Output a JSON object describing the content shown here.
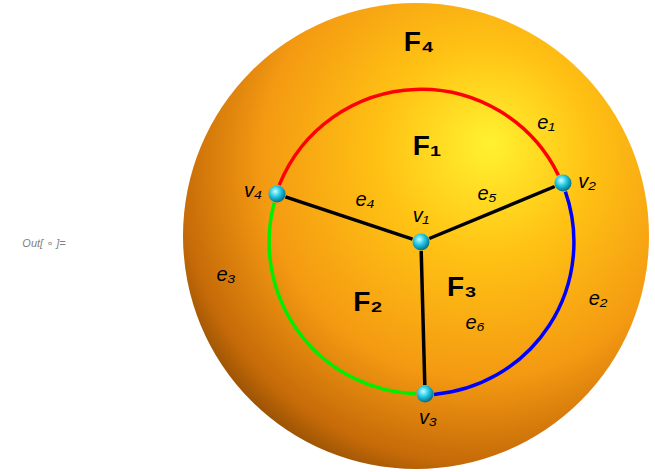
{
  "diagram": {
    "nodes": [
      {
        "text": [
          "v₁"
        ]
      },
      {
        "text": [
          "v₂"
        ]
      },
      {
        "text": [
          "v₃"
        ]
      },
      {
        "text": [
          "v₄"
        ]
      }
    ],
    "edges": [
      {
        "from": 3,
        "to": 1,
        "arrow": "none",
        "label": "e₁"
      },
      {
        "from": 1,
        "to": 2,
        "arrow": "none",
        "label": "e₂"
      },
      {
        "from": 2,
        "to": 3,
        "arrow": "none",
        "label": "e₃"
      },
      {
        "from": 0,
        "to": 3,
        "arrow": "none",
        "label": "e₄"
      },
      {
        "from": 0,
        "to": 1,
        "arrow": "none",
        "label": "e₅"
      },
      {
        "from": 0,
        "to": 2,
        "arrow": "none",
        "label": "e₆"
      }
    ],
    "labels": [
      "F₄",
      "F₁",
      "F₂",
      "F₃",
      "Out[ ∘ ]="
    ]
  }
}
